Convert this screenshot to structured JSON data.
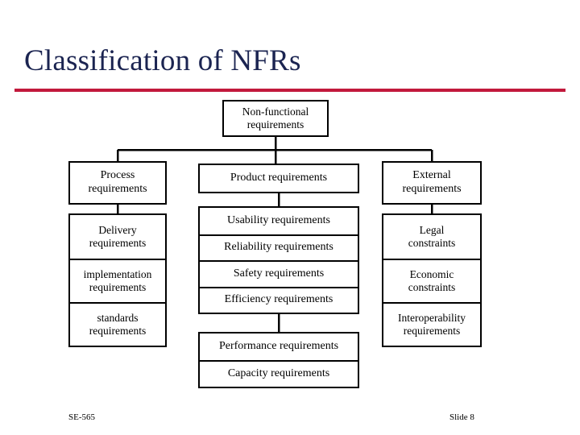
{
  "slide": {
    "title": "Classification of NFRs",
    "rule_color": "#c2193c",
    "title_color": "#1b2451",
    "background": "#ffffff"
  },
  "footer": {
    "course_code": "SE-565",
    "slide_label": "Slide  8"
  },
  "diagram": {
    "type": "tree",
    "root": {
      "label": "Non-functional\nrequirements",
      "line1": "Non-functional",
      "line2": "requirements"
    },
    "branches": [
      {
        "id": "process",
        "header": {
          "line1": "Process",
          "line2": "requirements"
        },
        "children": [
          {
            "line1": "Delivery",
            "line2": "requirements"
          },
          {
            "line1": "implementation",
            "line2": "requirements"
          },
          {
            "line1": "standards",
            "line2": "requirements"
          }
        ]
      },
      {
        "id": "product",
        "header": {
          "line1": "Product requirements",
          "line2": ""
        },
        "children_group_a": [
          {
            "line1": "Usability requirements"
          },
          {
            "line1": "Reliability requirements"
          },
          {
            "line1": "Safety requirements"
          },
          {
            "line1": "Efficiency requirements"
          }
        ],
        "children_group_b": [
          {
            "line1": "Performance requirements"
          },
          {
            "line1": "Capacity requirements"
          }
        ]
      },
      {
        "id": "external",
        "header": {
          "line1": "External",
          "line2": "requirements"
        },
        "children": [
          {
            "line1": "Legal",
            "line2": "constraints"
          },
          {
            "line1": "Economic",
            "line2": "constraints"
          },
          {
            "line1": "Interoperability",
            "line2": "requirements"
          }
        ]
      }
    ],
    "line_color": "#000000",
    "box_border_color": "#000000"
  }
}
